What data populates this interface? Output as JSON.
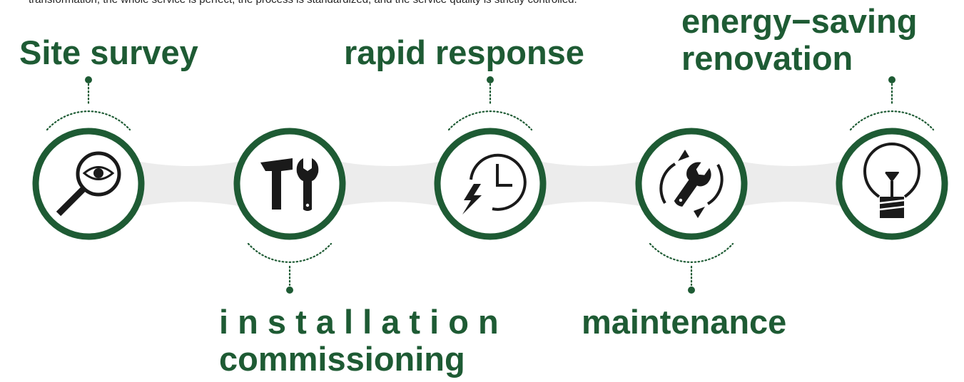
{
  "intro_text": "transformation, the whole service is perfect, the process is standardized, and the service quality is strictly controlled.",
  "colors": {
    "brand_green": "#1e5b34",
    "band_gray": "#ececec",
    "icon_black": "#1a1a1a"
  },
  "steps": [
    {
      "icon": "magnifier-eye-icon",
      "lines": [
        "Site survey"
      ]
    },
    {
      "icon": "hammer-wrench-icon",
      "lines": [
        "i n s t a l l a t i o n",
        "commissioning"
      ]
    },
    {
      "icon": "clock-lightning-icon",
      "lines": [
        "rapid response"
      ]
    },
    {
      "icon": "wrench-cycle-icon",
      "lines": [
        "maintenance"
      ]
    },
    {
      "icon": "light-bulb-icon",
      "lines": [
        "energy−saving",
        "renovation"
      ]
    }
  ]
}
